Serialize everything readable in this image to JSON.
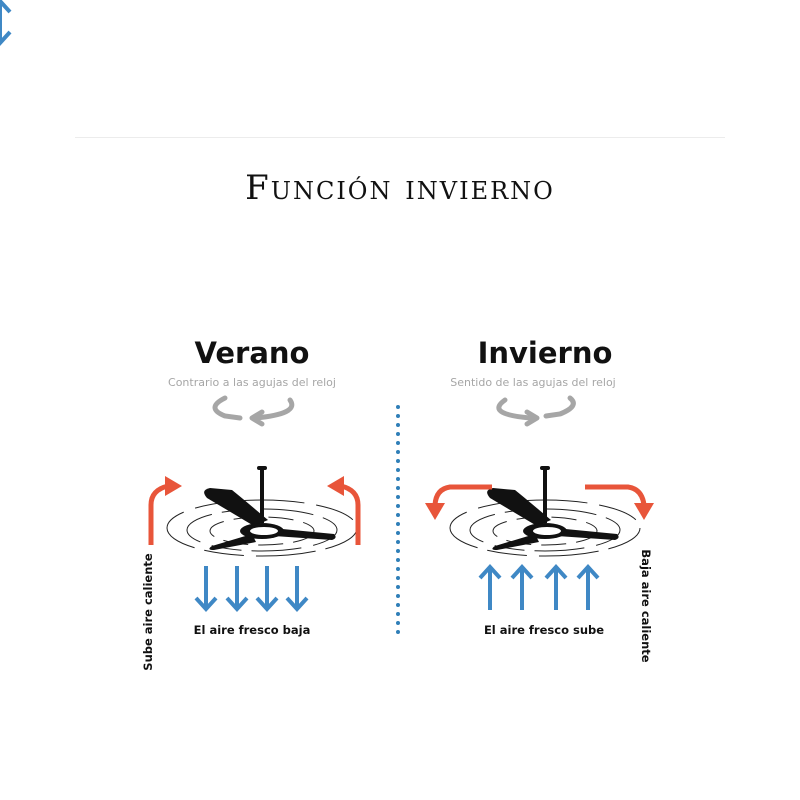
{
  "title": "Función invierno",
  "summer": {
    "heading": "Verano",
    "rotation": "Contrario a las agujas del reloj",
    "air_caption": "El aire fresco baja",
    "side_label": "Sube aire caliente"
  },
  "winter": {
    "heading": "Invierno",
    "rotation": "Sentido de las agujas del reloj",
    "air_caption": "El aire fresco sube",
    "side_label": "Baja aire caliente"
  },
  "colors": {
    "warm": "#e8553a",
    "cool": "#3f88c5",
    "rotation": "#a6a6a6",
    "divider": "#2f7fb8"
  }
}
